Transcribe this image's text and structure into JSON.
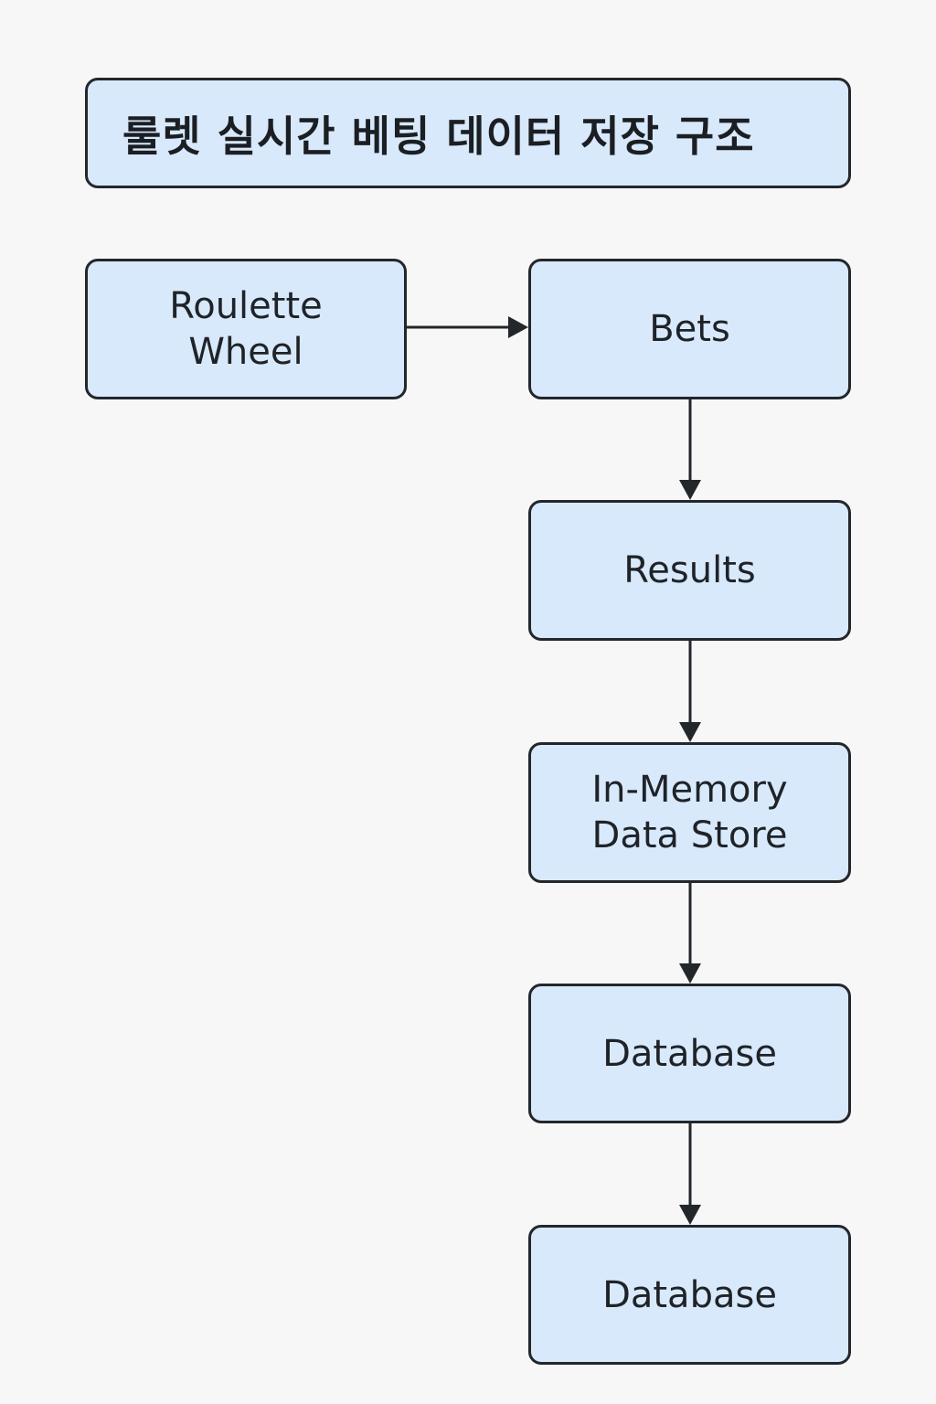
{
  "title": "룰렛 실시간 베팅 데이터 저장 구조",
  "nodes": {
    "roulette_wheel": "Roulette\nWheel",
    "bets": "Bets",
    "results": "Results",
    "in_memory_store": "In-Memory\nData Store",
    "database_1": "Database",
    "database_2": "Database"
  },
  "colors": {
    "background": "#f7f7f7",
    "box_fill": "#d8e9fb",
    "stroke": "#23272b"
  },
  "edges": [
    [
      "roulette_wheel",
      "bets"
    ],
    [
      "bets",
      "results"
    ],
    [
      "results",
      "in_memory_store"
    ],
    [
      "in_memory_store",
      "database_1"
    ],
    [
      "database_1",
      "database_2"
    ]
  ]
}
